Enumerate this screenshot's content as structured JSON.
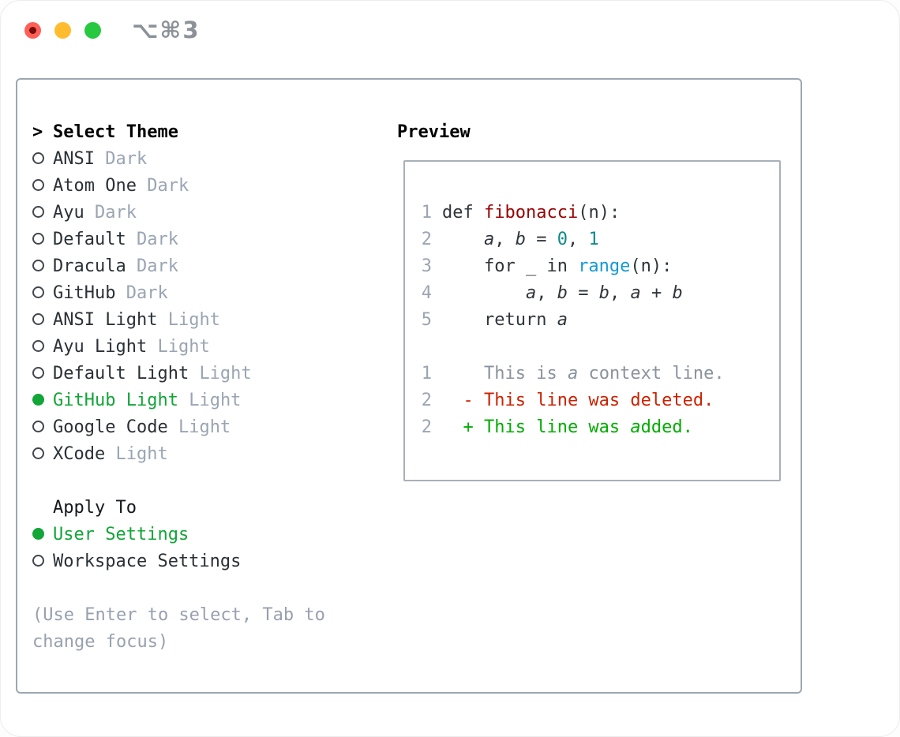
{
  "window": {
    "title": "⌥⌘3",
    "traffic_lights": [
      "close",
      "minimize",
      "zoom"
    ]
  },
  "theme_list": {
    "header": {
      "prefix": ">",
      "label": "Select Theme"
    },
    "items": [
      {
        "name": "ANSI",
        "variant": "Dark",
        "selected": false
      },
      {
        "name": "Atom One",
        "variant": "Dark",
        "selected": false
      },
      {
        "name": "Ayu",
        "variant": "Dark",
        "selected": false
      },
      {
        "name": "Default",
        "variant": "Dark",
        "selected": false
      },
      {
        "name": "Dracula",
        "variant": "Dark",
        "selected": false
      },
      {
        "name": "GitHub",
        "variant": "Dark",
        "selected": false
      },
      {
        "name": "ANSI Light",
        "variant": "Light",
        "selected": false
      },
      {
        "name": "Ayu Light",
        "variant": "Light",
        "selected": false
      },
      {
        "name": "Default Light",
        "variant": "Light",
        "selected": false
      },
      {
        "name": "GitHub Light",
        "variant": "Light",
        "selected": true
      },
      {
        "name": "Google Code",
        "variant": "Light",
        "selected": false
      },
      {
        "name": "XCode",
        "variant": "Light",
        "selected": false
      }
    ]
  },
  "apply_to": {
    "header": "Apply To",
    "items": [
      {
        "name": "User Settings",
        "selected": true
      },
      {
        "name": "Workspace Settings",
        "selected": false
      }
    ]
  },
  "hint": {
    "line1": "(Use Enter to select, Tab to",
    "line2": "change focus)"
  },
  "preview": {
    "title": "Preview",
    "code_lines": [
      {
        "number": "1",
        "segments": [
          {
            "t": "def ",
            "c": "plain"
          },
          {
            "t": "fibonacci",
            "c": "function"
          },
          {
            "t": "(n):",
            "c": "plain"
          }
        ]
      },
      {
        "number": "2",
        "segments": [
          {
            "t": "    ",
            "c": "plain"
          },
          {
            "t": "a",
            "c": "variable"
          },
          {
            "t": ", ",
            "c": "plain"
          },
          {
            "t": "b",
            "c": "variable"
          },
          {
            "t": " = ",
            "c": "plain"
          },
          {
            "t": "0",
            "c": "number"
          },
          {
            "t": ", ",
            "c": "plain"
          },
          {
            "t": "1",
            "c": "number"
          }
        ]
      },
      {
        "number": "3",
        "segments": [
          {
            "t": "    for _ in ",
            "c": "plain"
          },
          {
            "t": "range",
            "c": "builtin"
          },
          {
            "t": "(n):",
            "c": "plain"
          }
        ]
      },
      {
        "number": "4",
        "segments": [
          {
            "t": "        ",
            "c": "plain"
          },
          {
            "t": "a",
            "c": "variable"
          },
          {
            "t": ", ",
            "c": "plain"
          },
          {
            "t": "b",
            "c": "variable"
          },
          {
            "t": " = ",
            "c": "plain"
          },
          {
            "t": "b",
            "c": "variable"
          },
          {
            "t": ", ",
            "c": "plain"
          },
          {
            "t": "a",
            "c": "variable"
          },
          {
            "t": " + ",
            "c": "plain"
          },
          {
            "t": "b",
            "c": "variable"
          }
        ]
      },
      {
        "number": "5",
        "segments": [
          {
            "t": "    return ",
            "c": "plain"
          },
          {
            "t": "a",
            "c": "variable"
          }
        ]
      },
      {
        "number": "",
        "segments": []
      },
      {
        "number": "1",
        "segments": [
          {
            "t": "    This is ",
            "c": "context"
          },
          {
            "t": "a",
            "c": "context-italic"
          },
          {
            "t": " context line.",
            "c": "context"
          }
        ]
      },
      {
        "number": "2",
        "segments": [
          {
            "t": "  - This line was deleted.",
            "c": "deleted"
          }
        ]
      },
      {
        "number": "2",
        "segments": [
          {
            "t": "  + This line was ",
            "c": "added"
          },
          {
            "t": "a",
            "c": "added-italic"
          },
          {
            "t": "dded.",
            "c": "added"
          }
        ]
      }
    ]
  },
  "colors": {
    "accent_green": "#12a537",
    "added_green": "#00ad00",
    "deleted_red": "#cb2200",
    "function_red": "#990000",
    "number_teal": "#0d8a8a",
    "builtin_blue": "#1499d6",
    "muted_gray": "#9aa5b3",
    "text_dark": "#2a3036",
    "panel_border": "#9da7b1",
    "traffic_close": "#ff5f57",
    "traffic_minimize": "#febc2e",
    "traffic_zoom": "#28c840"
  }
}
